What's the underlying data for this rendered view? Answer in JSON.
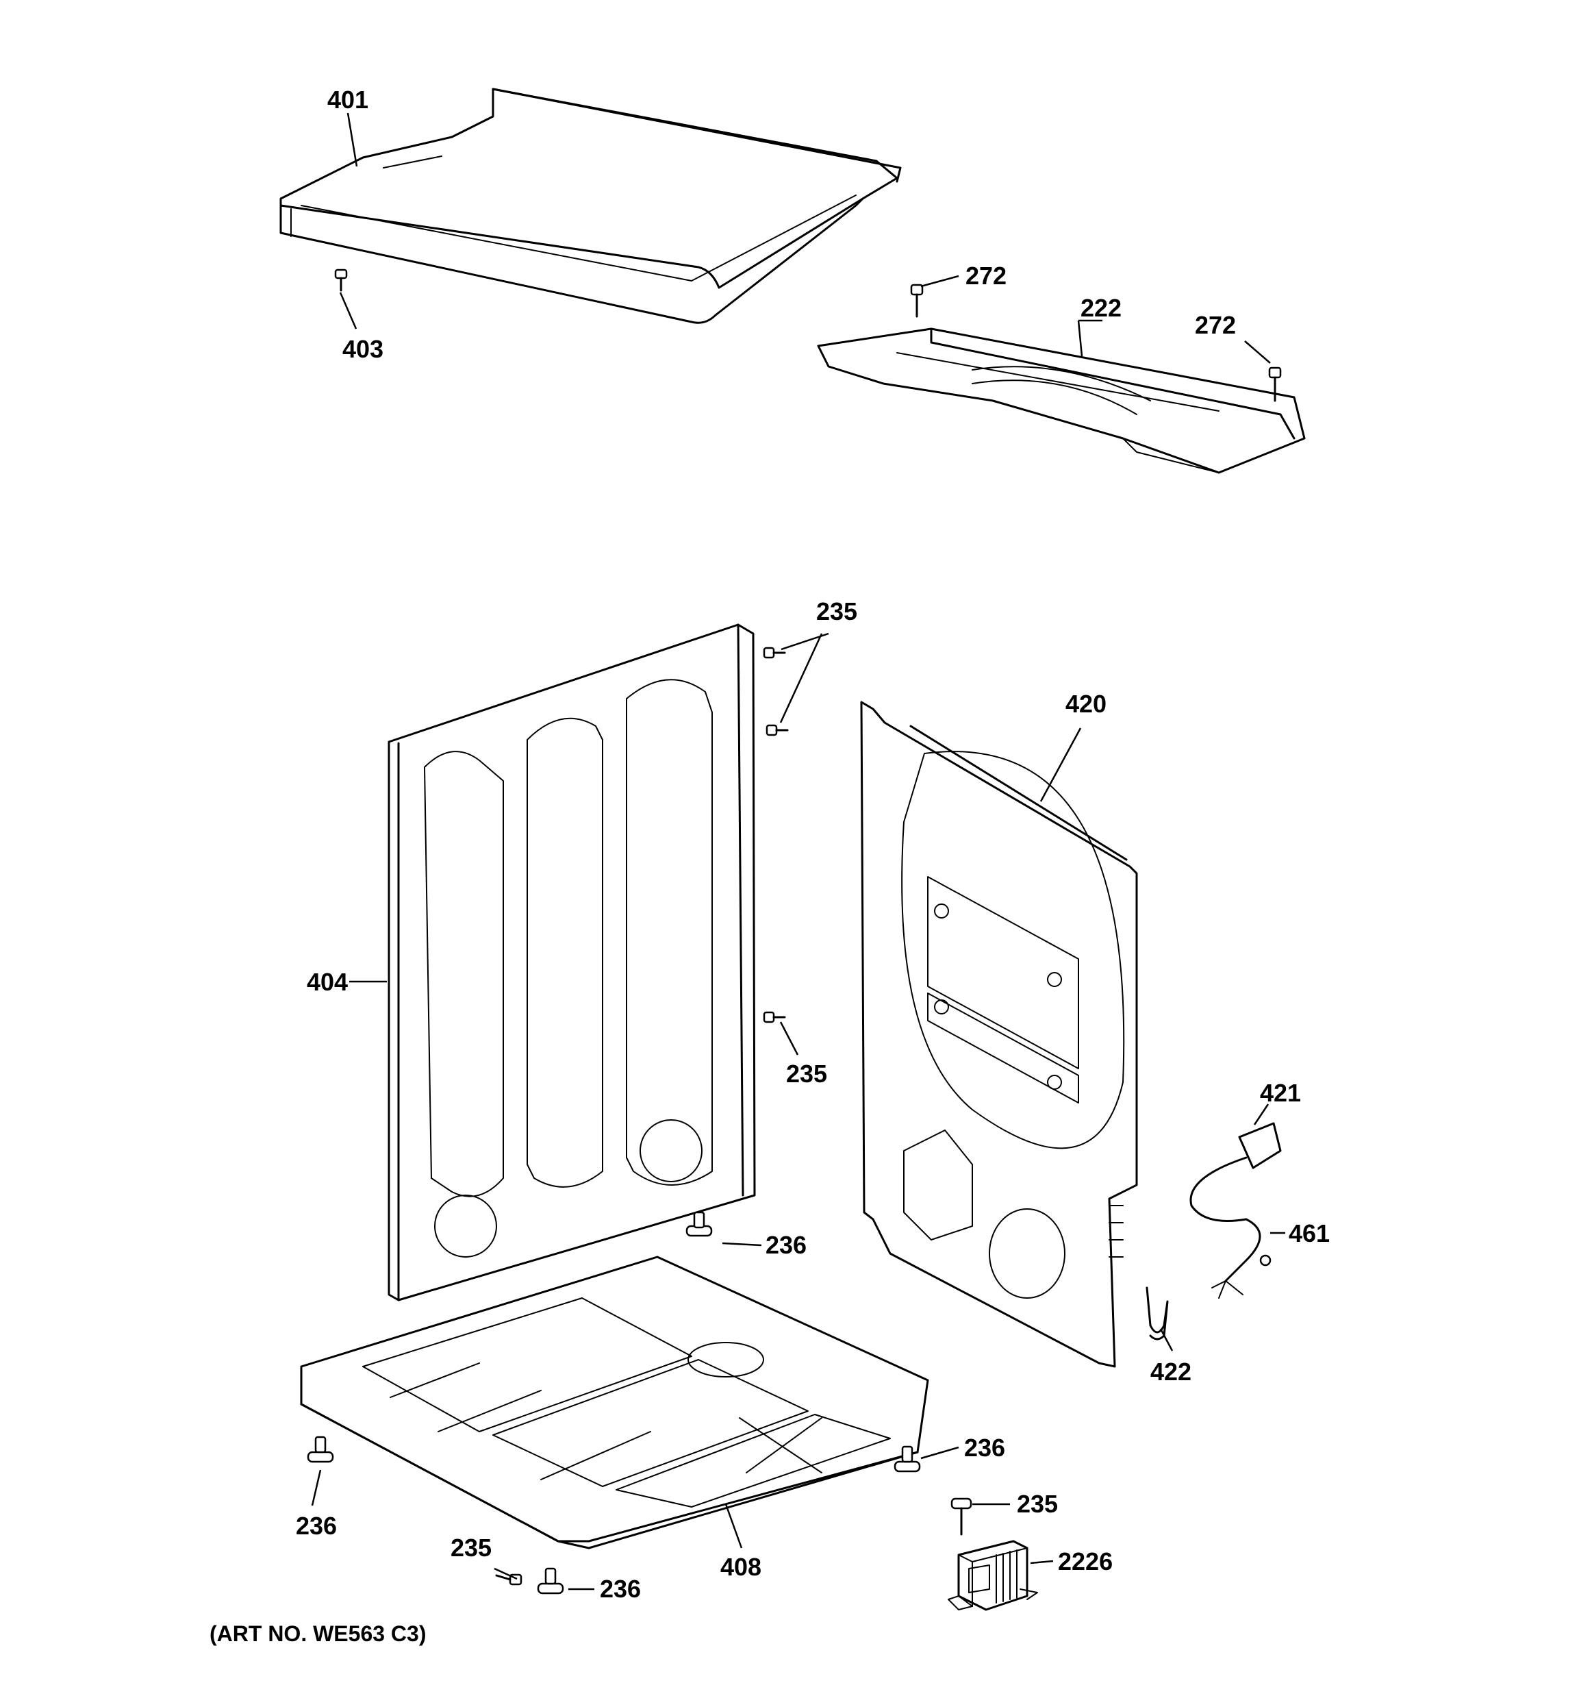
{
  "diagram": {
    "art_number": "(ART NO. WE563 C3)",
    "callouts": {
      "c401": "401",
      "c403": "403",
      "c272a": "272",
      "c222": "222",
      "c272b": "272",
      "c235a": "235",
      "c420": "420",
      "c404": "404",
      "c235b": "235",
      "c421": "421",
      "c461": "461",
      "c236a": "236",
      "c422": "422",
      "c236b": "236",
      "c235c": "235",
      "c236c": "236",
      "c2226": "2226",
      "c235d": "235",
      "c408": "408",
      "c236d": "236"
    }
  }
}
